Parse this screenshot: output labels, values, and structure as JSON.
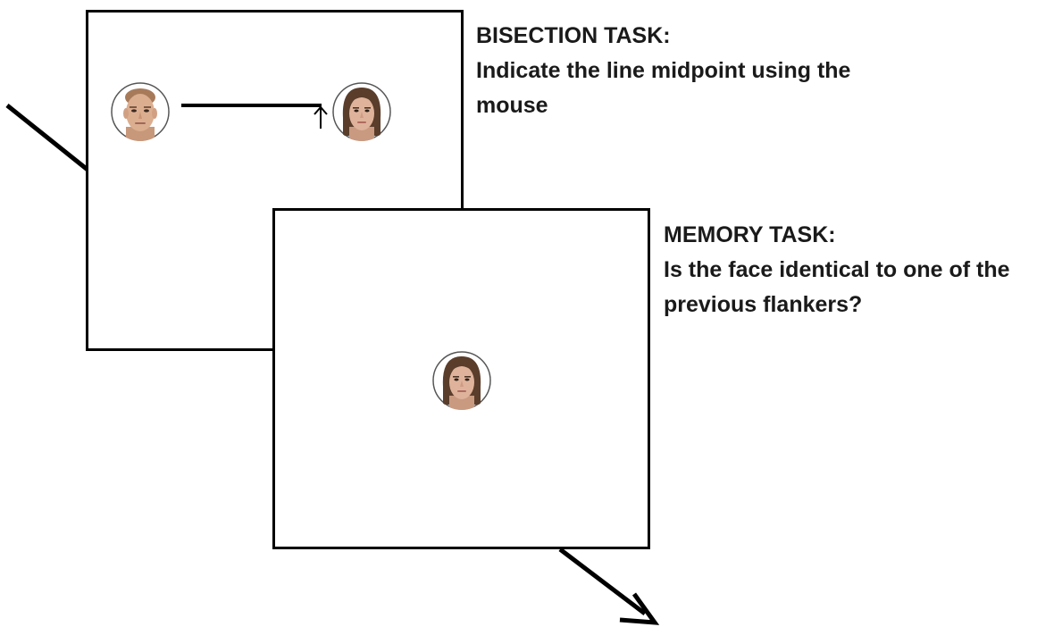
{
  "bisection_task": {
    "heading": "BISECTION TASK:",
    "instruction_line_1": "Indicate the line midpoint using the",
    "instruction_line_2": "mouse"
  },
  "memory_task": {
    "heading": "MEMORY TASK:",
    "instruction_line_1": "Is the face identical to one of the",
    "instruction_line_2": "previous flankers?"
  },
  "icons": {
    "left_flanker": "male-face-icon",
    "right_flanker": "female-face-icon",
    "probe": "female-face-icon",
    "cursor": "mouse-cursor-arrow-icon"
  }
}
